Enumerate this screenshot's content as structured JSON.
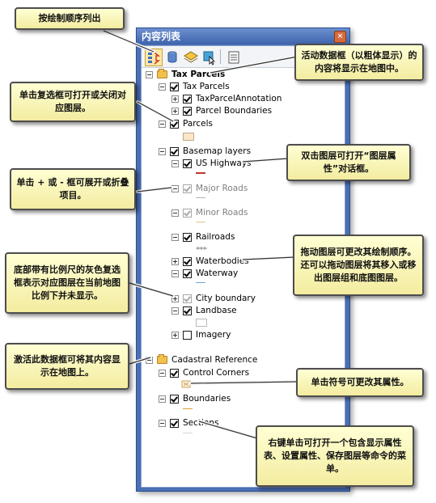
{
  "toc": {
    "title": "内容列表",
    "close_glyph": "×",
    "toolbar": {
      "buttons": [
        {
          "icon": "list-by-drawing-order-icon",
          "active": true
        },
        {
          "icon": "list-by-source-icon",
          "active": false
        },
        {
          "icon": "list-by-visibility-icon",
          "active": false
        },
        {
          "icon": "list-by-selection-icon",
          "active": false
        },
        {
          "icon": "options-icon",
          "active": false
        }
      ]
    },
    "rows": [
      {
        "label": "Tax Parcels",
        "type": "frame",
        "bold": true
      },
      {
        "label": "Tax Parcels",
        "type": "group"
      },
      {
        "label": "TaxParcelAnnotation",
        "type": "layer"
      },
      {
        "label": "Parcel Boundaries",
        "type": "layer"
      },
      {
        "label": "Parcels",
        "type": "layer"
      },
      {
        "label": "Basemap layers",
        "type": "group"
      },
      {
        "label": "US Highways",
        "type": "layer"
      },
      {
        "label": "Major Roads",
        "type": "layer",
        "gray": true
      },
      {
        "label": "Minor Roads",
        "type": "layer",
        "gray": true
      },
      {
        "label": "Railroads",
        "type": "layer"
      },
      {
        "label": "Waterbodies",
        "type": "layer"
      },
      {
        "label": "Waterway",
        "type": "layer"
      },
      {
        "label": "City boundary",
        "type": "layer",
        "gray": true
      },
      {
        "label": "Landbase",
        "type": "layer"
      },
      {
        "label": "Imagery",
        "type": "layer"
      },
      {
        "label": "Cadastral Reference",
        "type": "frame"
      },
      {
        "label": "Control Corners",
        "type": "layer"
      },
      {
        "label": "Boundaries",
        "type": "layer"
      },
      {
        "label": "Sections",
        "type": "layer"
      }
    ]
  },
  "callouts": {
    "drawing_order": "按绘制顺序列出",
    "active_frame": "活动数据框（以粗体显示）的内容将显示在地图中。",
    "checkbox": "单击复选框可打开或关闭对应图层。",
    "layer_props": "双击图层可打开“图层属性”对话框。",
    "expand": "单击 + 或 - 框可展开或折叠项目。",
    "drag": "拖动图层可更改其绘制顺序。还可以拖动图层将其移入或移出图层组和底图图层。",
    "gray_checkbox": "底部带有比例尺的灰色复选框表示对应图层在当前地图比例下并未显示。",
    "activate": "激活此数据框可将其内容显示在地图上。",
    "symbol": "单击符号可更改其属性。",
    "right_click": "右键单击可打开一个包含显示属性表、设置属性、保存图层等命令的菜单。"
  },
  "colors": {
    "callout_border": "#4d4d4d",
    "callout_fill": "#f6f0b0",
    "frame_blue": "#4a6fb5",
    "highway_line": "#c0392b",
    "road_gray": "#b5b5b5",
    "waterway_line": "#6fa8dc",
    "section_line": "#e0a030"
  }
}
